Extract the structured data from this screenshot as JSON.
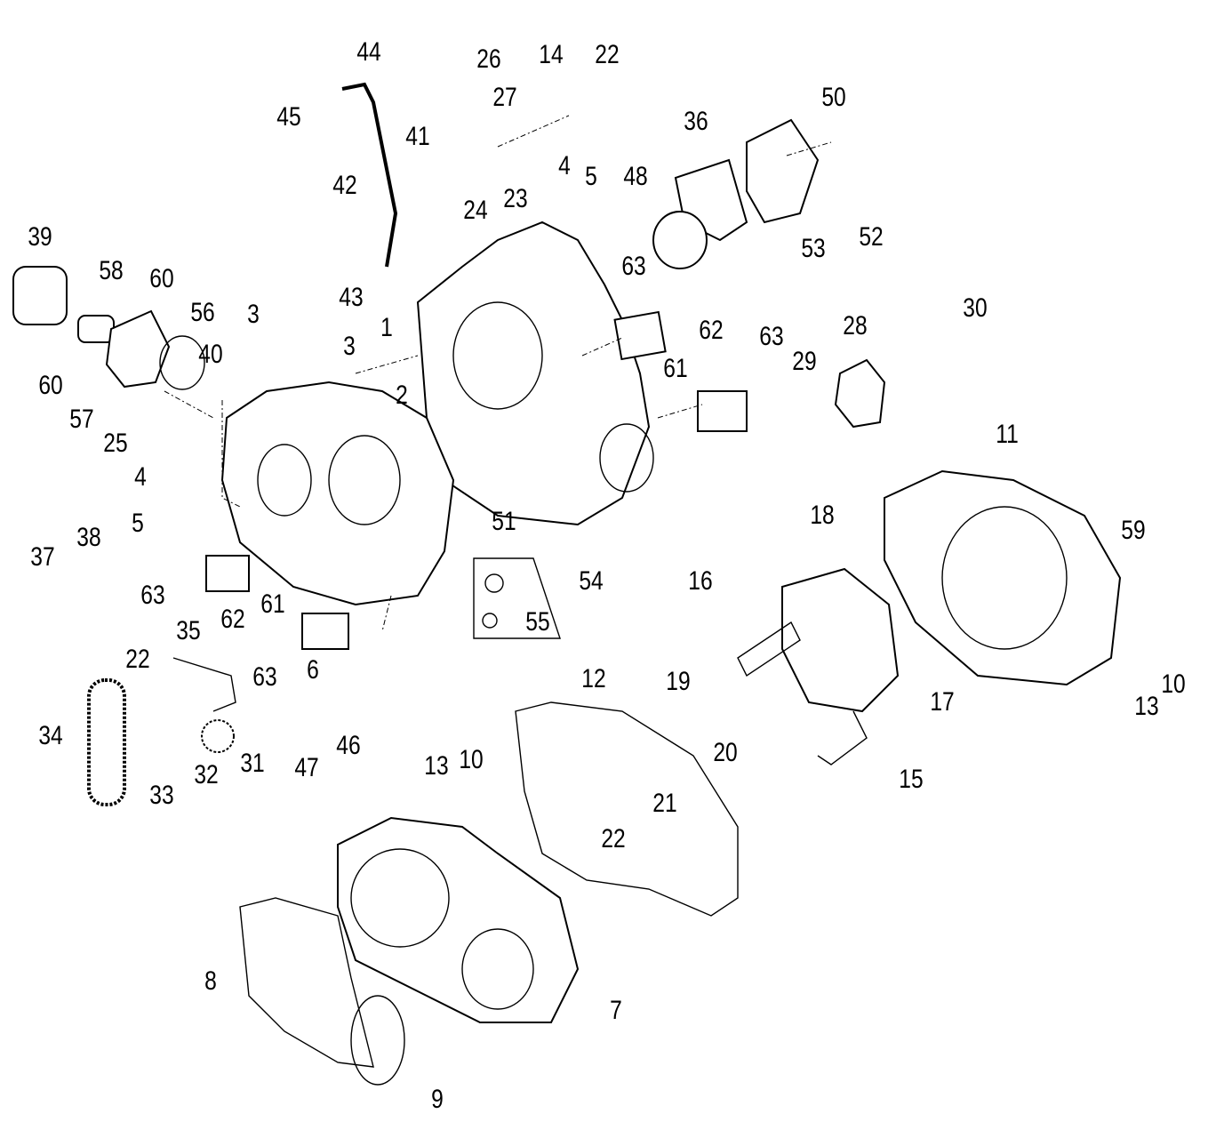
{
  "diagram": {
    "type": "exploded-parts-diagram",
    "callouts": [
      "44",
      "45",
      "41",
      "42",
      "43",
      "26",
      "14",
      "22",
      "27",
      "24",
      "23",
      "4",
      "5",
      "36",
      "48",
      "50",
      "53",
      "52",
      "39",
      "58",
      "60",
      "56",
      "40",
      "60",
      "57",
      "25",
      "3",
      "3",
      "1",
      "2",
      "63",
      "62",
      "63",
      "61",
      "28",
      "30",
      "29",
      "11",
      "51",
      "4",
      "5",
      "37",
      "38",
      "63",
      "62",
      "61",
      "54",
      "55",
      "18",
      "16",
      "59",
      "35",
      "22",
      "63",
      "6",
      "12",
      "19",
      "17",
      "10",
      "13",
      "34",
      "31",
      "32",
      "33",
      "47",
      "46",
      "20",
      "15",
      "13",
      "10",
      "21",
      "22",
      "8",
      "7",
      "9"
    ]
  }
}
